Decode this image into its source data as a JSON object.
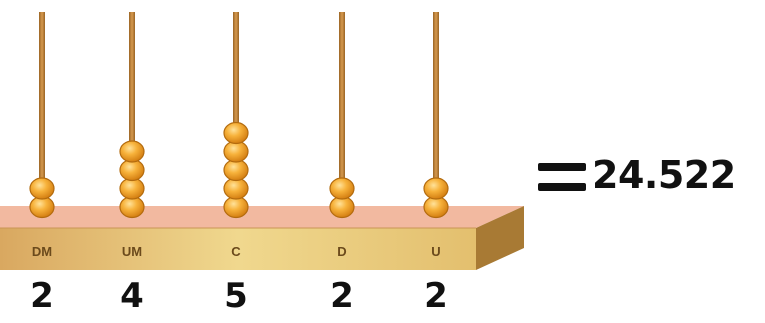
{
  "abacus": {
    "columns": [
      {
        "label": "DM",
        "beads": 2,
        "digit": "2"
      },
      {
        "label": "UM",
        "beads": 4,
        "digit": "4"
      },
      {
        "label": "C",
        "beads": 5,
        "digit": "5"
      },
      {
        "label": "D",
        "beads": 2,
        "digit": "2"
      },
      {
        "label": "U",
        "beads": 2,
        "digit": "2"
      }
    ]
  },
  "result": {
    "equals": "=",
    "value": "24.522"
  },
  "colors": {
    "rod": "#c98a3c",
    "bead": "#f5a623",
    "bead_highlight": "#ffe29a",
    "bead_outline": "#b36b0e",
    "board_top": "#f3b9a1",
    "board_front": "#e8c77e",
    "board_side": "#b48a3e"
  }
}
